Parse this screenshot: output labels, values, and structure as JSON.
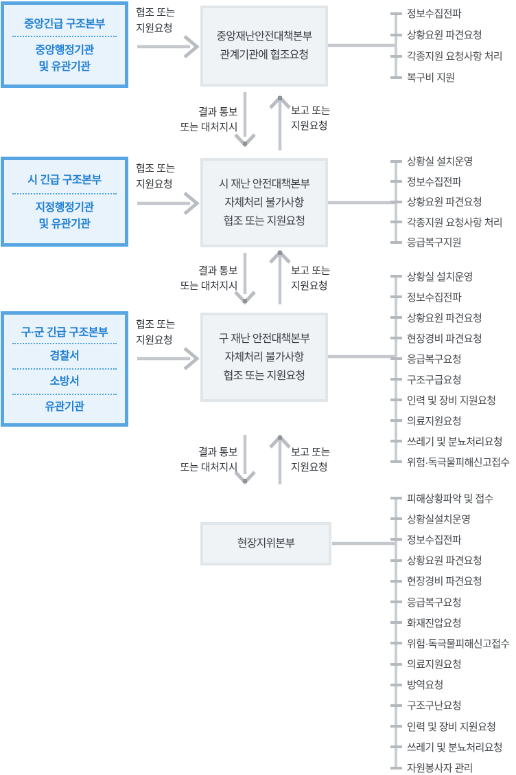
{
  "colors": {
    "blue_border": "#57a6e3",
    "blue_fill": "#e9f3fc",
    "blue_text": "#1d7ed3",
    "gray_box_fill": "#eff3f6",
    "gray_box_border": "#e1e6ea",
    "line_gray": "#c4c8cc",
    "arrow_gray": "#b9bdc1",
    "label_text": "#2e3236",
    "list_text": "#45484c"
  },
  "left_boxes": [
    {
      "title": "중앙긴급 구조본부",
      "sub_lines": [
        "중앙행정기관",
        "및 유관기관"
      ]
    },
    {
      "title": "시 긴급 구조본부",
      "sub_lines": [
        "지정행정기관",
        "및 유관기관"
      ]
    },
    {
      "title": "구·군 긴급 구조본부",
      "sub_items": [
        "경찰서",
        "소방서",
        "유관기관"
      ]
    }
  ],
  "middle_boxes": [
    {
      "lines": [
        "중앙재난안전대책본부",
        "관계기관에 협조요청"
      ]
    },
    {
      "lines": [
        "시 재난 안전대책본부",
        "자체처리 불가사항",
        "협조 또는 지원요청"
      ]
    },
    {
      "lines": [
        "구 재난 안전대책본부",
        "자체처리 불가사항",
        "협조 또는 지원요청"
      ]
    },
    {
      "lines": [
        "현장지위본부"
      ]
    }
  ],
  "h_arrows": [
    [
      "협조 또는",
      "지원요청"
    ],
    [
      "협조 또는",
      "지원요청"
    ],
    [
      "협조 또는",
      "지원요청"
    ]
  ],
  "v_arrows": [
    {
      "down": [
        "결과 통보",
        "또는 대처지시"
      ],
      "up": [
        "보고 또는",
        "지원요청"
      ]
    },
    {
      "down": [
        "결과 통보",
        "또는 대처지시"
      ],
      "up": [
        "보고 또는",
        "지원요청"
      ]
    },
    {
      "down": [
        "결과 통보",
        "또는 대처지시"
      ],
      "up": [
        "보고 또는",
        "지원요청"
      ]
    }
  ],
  "lists": [
    {
      "items": [
        "정보수집전파",
        "상황요원 파견요청",
        "각종지원 요청사항 처리",
        "복구비 지원"
      ]
    },
    {
      "items": [
        "상황실 설치운영",
        "정보수집전파",
        "상황요원 파견요청",
        "각종지원 요청사항 처리",
        "응급복구지원"
      ]
    },
    {
      "items": [
        "상황실 설치운영",
        "정보수집전파",
        "상황요원 파견요청",
        "현장경비 파견요청",
        "응급복구요청",
        "구조구급요청",
        "인력 및 장비 지원요청",
        "의료지원요청",
        "쓰레기 및 분뇨처리요청",
        "위험·독극물피해신고접수"
      ]
    },
    {
      "items": [
        "피해상황파악 및 접수",
        "상황실설치운영",
        "정보수집전파",
        "상황요원 파견요청",
        "현장경비 파견요청",
        "응급복구요청",
        "화재진압요청",
        "위험·독극물피해신고접수",
        "의료지원요청",
        "방역요청",
        "구조구난요청",
        "인력 및 장비 지원요청",
        "쓰레기 및 분뇨처리요청",
        "자원봉사자 관리"
      ]
    }
  ]
}
